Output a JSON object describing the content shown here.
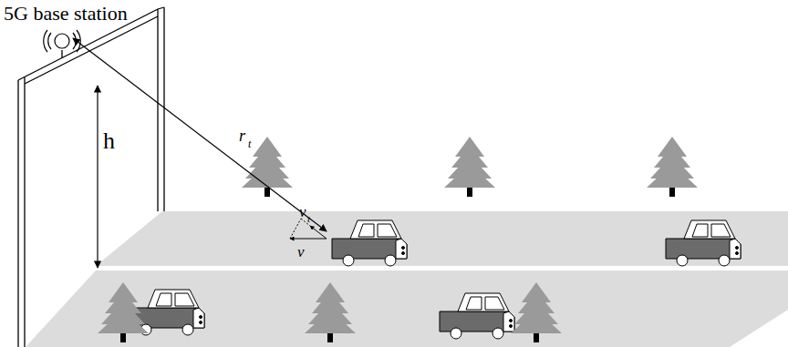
{
  "diagram": {
    "labels": [
      "5G base station",
      "h",
      "r",
      "t",
      "v",
      "t",
      "v"
    ]
  }
}
